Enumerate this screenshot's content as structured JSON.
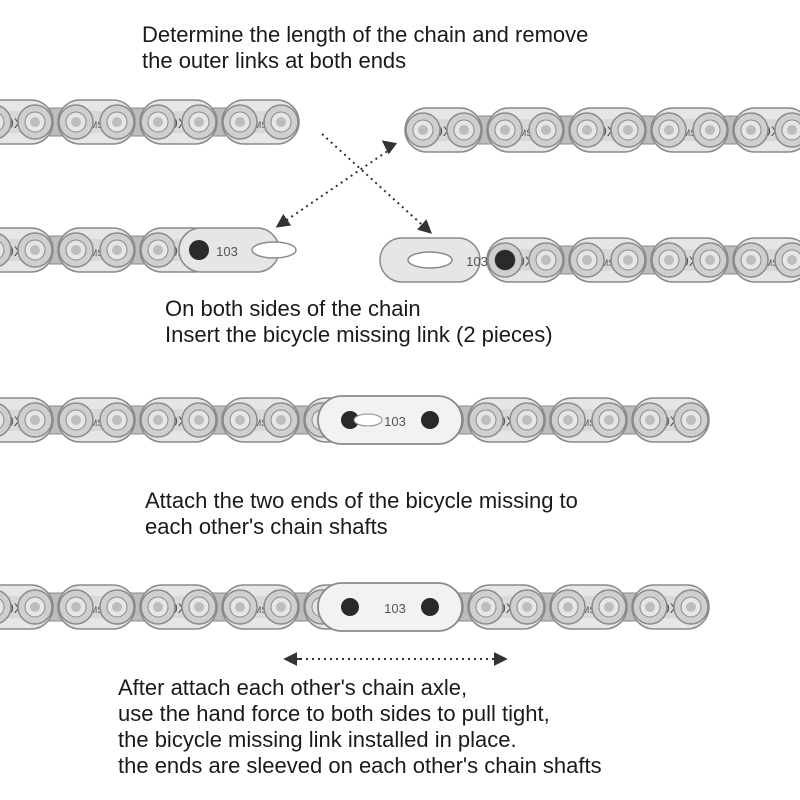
{
  "steps": [
    {
      "lines": [
        "Determine the length of the chain and remove",
        "the outer links at both ends"
      ]
    },
    {
      "lines": [
        "On both sides of the chain",
        "Insert the bicycle missing link (2 pieces)"
      ]
    },
    {
      "lines": [
        "Attach the two ends of the bicycle missing to",
        "each other's chain shafts"
      ]
    },
    {
      "lines": [
        "After attach each other's chain axle,",
        "use the hand force to both sides to pull tight,",
        "the bicycle missing link installed in place.",
        "the ends are sleeved on each other's chain shafts"
      ]
    }
  ],
  "chain_markings": {
    "model": "9X",
    "brand": "SUMSAN",
    "link_code": "103"
  },
  "colors": {
    "steel_light": "#e6e6e6",
    "steel_mid": "#bdbdbd",
    "steel_dark": "#8a8a8a",
    "roller": "#cfcfcf",
    "pin_dark": "#2a2a2a",
    "arrow": "#333333"
  }
}
